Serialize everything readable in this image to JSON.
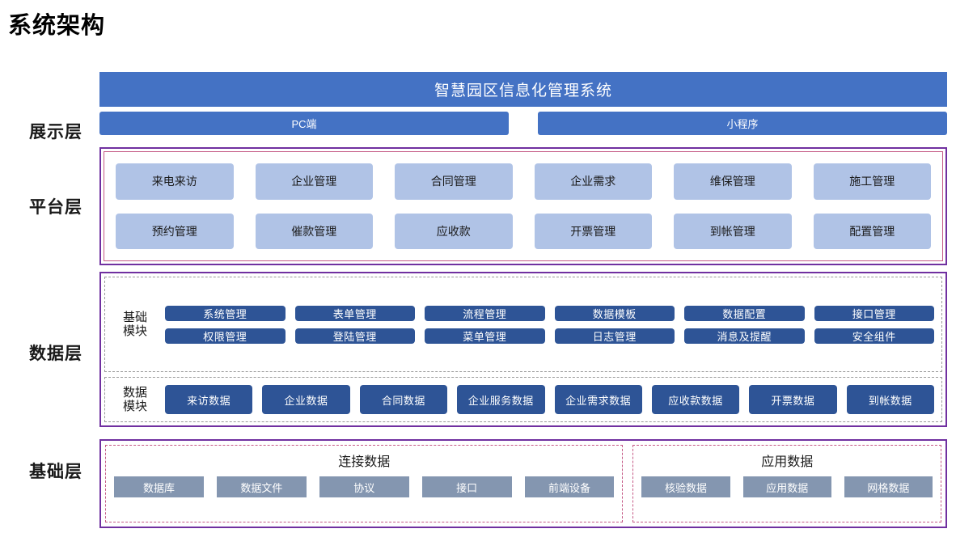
{
  "page": {
    "title": "系统架构"
  },
  "layers": {
    "presentation": {
      "label": "展示层",
      "system_title": "智慧园区信息化管理系统",
      "channels": [
        "PC端",
        "小程序"
      ]
    },
    "platform": {
      "label": "平台层",
      "rows": [
        [
          "来电来访",
          "企业管理",
          "合同管理",
          "企业需求",
          "维保管理",
          "施工管理"
        ],
        [
          "预约管理",
          "催款管理",
          "应收款",
          "开票管理",
          "到帐管理",
          "配置管理"
        ]
      ]
    },
    "data": {
      "label": "数据层",
      "base_module": {
        "caption_line1": "基础",
        "caption_line2": "模块",
        "rows": [
          [
            "系统管理",
            "表单管理",
            "流程管理",
            "数据模板",
            "数据配置",
            "接口管理"
          ],
          [
            "权限管理",
            "登陆管理",
            "菜单管理",
            "日志管理",
            "消息及提醒",
            "安全组件"
          ]
        ]
      },
      "data_module": {
        "caption_line1": "数据",
        "caption_line2": "模块",
        "items": [
          "来访数据",
          "企业数据",
          "合同数据",
          "企业服务数据",
          "企业需求数据",
          "应收款数据",
          "开票数据",
          "到帐数据"
        ]
      }
    },
    "base": {
      "label": "基础层",
      "groups": [
        {
          "title": "连接数据",
          "items": [
            "数据库",
            "数据文件",
            "协议",
            "接口",
            "前端设备"
          ]
        },
        {
          "title": "应用数据",
          "items": [
            "核验数据",
            "应用数据",
            "网格数据"
          ]
        }
      ]
    }
  },
  "colors": {
    "header_blue": "#4472C4",
    "tile_light_blue": "#B0C3E6",
    "tile_dark_blue": "#2E5496",
    "tile_gray_blue": "#8496B0",
    "border_purple": "#7030A0",
    "border_pink": "#C55A86",
    "border_dashed_gray": "#9A9A9A"
  }
}
